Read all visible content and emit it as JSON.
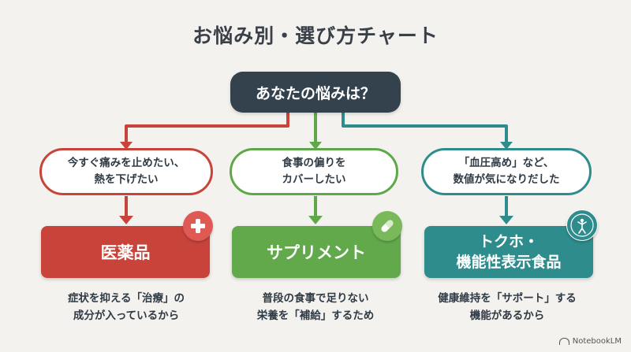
{
  "title": "お悩み別・選び方チャート",
  "root": {
    "label": "あなたの悩みは？"
  },
  "branches": [
    {
      "color": "#c8443a",
      "question": [
        "今すぐ痛みを止めたい、",
        "熱を下げたい"
      ],
      "result": [
        "医薬品"
      ],
      "badge_icon": "medical-cross-icon",
      "description": [
        "症状を抑える「治療」の",
        "成分が入っているから"
      ]
    },
    {
      "color": "#62a94c",
      "question": [
        "食事の偏りを",
        "カバーしたい"
      ],
      "result": [
        "サプリメント"
      ],
      "badge_icon": "capsule-icon",
      "description": [
        "普段の食事で足りない",
        "栄養を「補給」するため"
      ]
    },
    {
      "color": "#2f8c8c",
      "question": [
        "「血圧高め」など、",
        "数値が気になりだした"
      ],
      "result": [
        "トクホ・",
        "機能性表示食品"
      ],
      "badge_icon": "tokuho-mark-icon",
      "description": [
        "健康維持を「サポート」する",
        "機能があるから"
      ]
    }
  ],
  "footer": {
    "brand": "NotebookLM"
  }
}
